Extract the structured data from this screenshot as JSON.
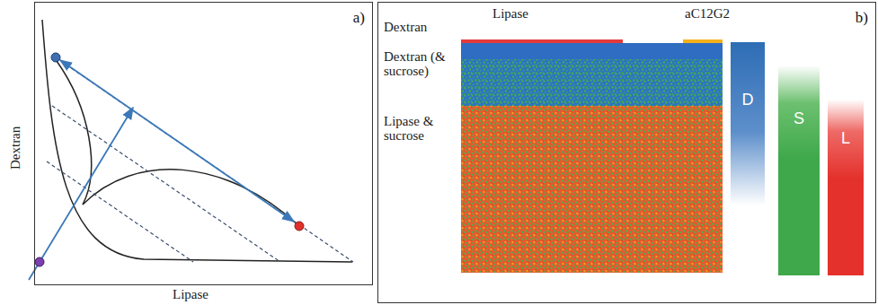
{
  "diagram": {
    "nodes": [
      {
        "text": [
          "a)"
        ]
      },
      {
        "text": [
          "b)"
        ]
      },
      {
        "text": [
          "D"
        ],
        "in": 1
      },
      {
        "text": [
          "S"
        ],
        "in": 1
      },
      {
        "text": [
          "L"
        ],
        "in": 1
      }
    ],
    "labels": [
      "Dextran",
      "Lipase",
      "Lipase",
      "aC12G2",
      "Dextran",
      "Dextran (& sucrose)",
      "Lipase & sucrose"
    ]
  }
}
